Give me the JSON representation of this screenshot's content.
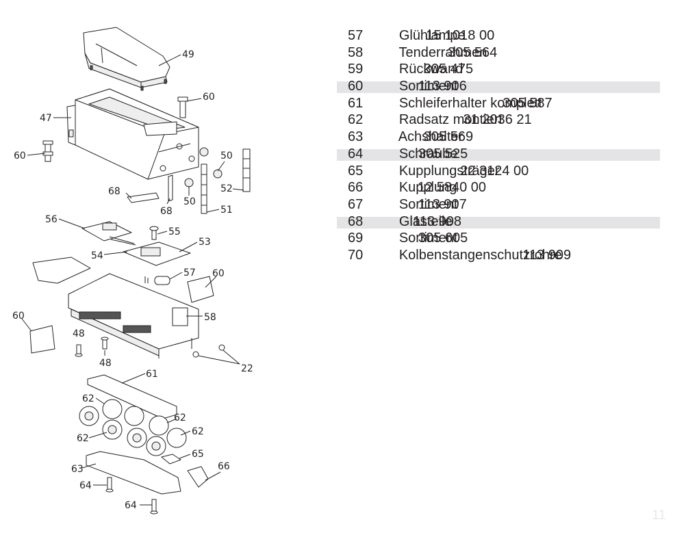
{
  "parts_list": {
    "highlight_color": "#e4e4e6",
    "rows": [
      {
        "num": "57",
        "name": "Glühlampe",
        "code": "15 1018 00",
        "highlighted": false
      },
      {
        "num": "58",
        "name": "Tenderrahmen",
        "code": "305 564",
        "highlighted": false
      },
      {
        "num": "59",
        "name": "Rückwand",
        "code": "305 475",
        "highlighted": false
      },
      {
        "num": "60",
        "name": "Sortiment",
        "code": "113 906",
        "highlighted": true
      },
      {
        "num": "61",
        "name": "Schleiferhalter komplett",
        "code": "305 587",
        "highlighted": false
      },
      {
        "num": "62",
        "name": "Radsatz montiert",
        "code": "31 2036 21",
        "highlighted": false
      },
      {
        "num": "63",
        "name": "Achshalter",
        "code": "305 569",
        "highlighted": false
      },
      {
        "num": "64",
        "name": "Schraube",
        "code": "305 525",
        "highlighted": true
      },
      {
        "num": "65",
        "name": "Kupplungsträger",
        "code": "22 3124 00",
        "highlighted": false
      },
      {
        "num": "66",
        "name": "Kupplung",
        "code": "12 5840 00",
        "highlighted": false
      },
      {
        "num": "67",
        "name": "Sortiment",
        "code": "113 907",
        "highlighted": false
      },
      {
        "num": "68",
        "name": "Glasteile",
        "code": "113 908",
        "highlighted": true
      },
      {
        "num": "69",
        "name": "Sortiment",
        "code": "305 605",
        "highlighted": false
      },
      {
        "num": "70",
        "name": "Kolbenstangenschutzrohre",
        "code": "113 909",
        "highlighted": false
      }
    ]
  },
  "diagram": {
    "callouts": {
      "c49": "49",
      "c60a": "60",
      "c47": "47",
      "c60b": "60",
      "c50a": "50",
      "c50b": "50",
      "c52": "52",
      "c51": "51",
      "c68a": "68",
      "c68b": "68",
      "c56": "56",
      "c55": "55",
      "c53": "53",
      "c54": "54",
      "c57": "57",
      "c60c": "60",
      "c58": "58",
      "c60d": "60",
      "c48a": "48",
      "c48b": "48",
      "c22": "22",
      "c61": "61",
      "c62a": "62",
      "c62b": "62",
      "c62c": "62",
      "c62d": "62",
      "c65": "65",
      "c63": "63",
      "c66": "66",
      "c64a": "64",
      "c64b": "64"
    }
  },
  "page_number": "11"
}
